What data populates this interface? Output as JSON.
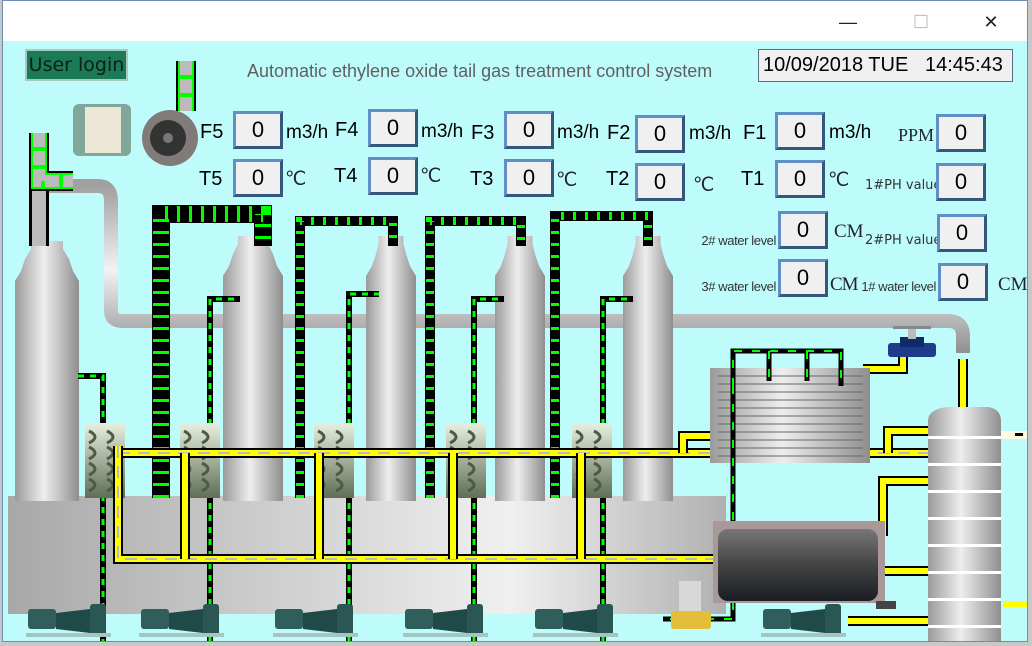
{
  "window": {
    "minimize": "—",
    "maximize": "☐",
    "close": "✕"
  },
  "header": {
    "login_label": "User login",
    "title": "Automatic ethylene oxide tail gas treatment control system",
    "datetime": "10/09/2018 TUE   14:45:43"
  },
  "readings": {
    "F5": {
      "label": "F5",
      "value": "0",
      "unit": "m3/h"
    },
    "F4": {
      "label": "F4",
      "value": "0",
      "unit": "m3/h"
    },
    "F3": {
      "label": "F3",
      "value": "0",
      "unit": "m3/h"
    },
    "F2": {
      "label": "F2",
      "value": "0",
      "unit": "m3/h"
    },
    "F1": {
      "label": "F1",
      "value": "0",
      "unit": "m3/h"
    },
    "PPM": {
      "label": "PPM",
      "value": "0"
    },
    "T5": {
      "label": "T5",
      "value": "0",
      "unit": "℃"
    },
    "T4": {
      "label": "T4",
      "value": "0",
      "unit": "℃"
    },
    "T3": {
      "label": "T3",
      "value": "0",
      "unit": "℃"
    },
    "T2": {
      "label": "T2",
      "value": "0",
      "unit": "℃"
    },
    "T1": {
      "label": "T1",
      "value": "0",
      "unit": "℃"
    },
    "PH1": {
      "label": "1#PH value",
      "value": "0"
    },
    "PH2": {
      "label": "2#PH value",
      "value": "0"
    },
    "WL2": {
      "label": "2# water level",
      "value": "0",
      "unit": "CM"
    },
    "WL3": {
      "label": "3# water level",
      "value": "0",
      "unit": "CM"
    },
    "WL1": {
      "label": "1# water level",
      "value": "0",
      "unit": "CM"
    }
  },
  "colors": {
    "background": "#befcfc",
    "login_button": "#1b7a58",
    "pipe_yellow": "#ffff00",
    "pipe_green": "#00ff00"
  }
}
